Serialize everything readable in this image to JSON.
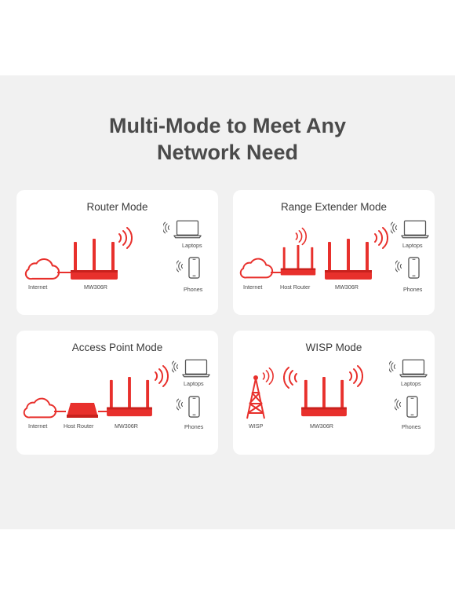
{
  "headline": {
    "line1": "Multi-Mode to Meet Any",
    "line2": "Network Need"
  },
  "cards": [
    {
      "title": "Router Mode",
      "labels": {
        "internet": "Internet",
        "router": "MW306R",
        "laptops": "Laptops",
        "phones": "Phones"
      }
    },
    {
      "title": "Range Extender Mode",
      "labels": {
        "internet": "Internet",
        "host": "Host Router",
        "router": "MW306R",
        "laptops": "Laptops",
        "phones": "Phones"
      }
    },
    {
      "title": "Access Point Mode",
      "labels": {
        "internet": "Internet",
        "host": "Host Router",
        "router": "MW306R",
        "laptops": "Laptops",
        "phones": "Phones"
      }
    },
    {
      "title": "WISP Mode",
      "labels": {
        "wisp": "WISP",
        "router": "MW306R",
        "laptops": "Laptops",
        "phones": "Phones"
      }
    }
  ],
  "colors": {
    "accent": "#e8302c",
    "background": "#f1f1f1",
    "card": "#ffffff",
    "icon_gray": "#555555",
    "title_text": "#4a4a4a"
  },
  "icons": [
    "cloud-icon",
    "router-icon",
    "wifi-signal-icon",
    "laptop-icon",
    "phone-icon",
    "tower-icon"
  ]
}
